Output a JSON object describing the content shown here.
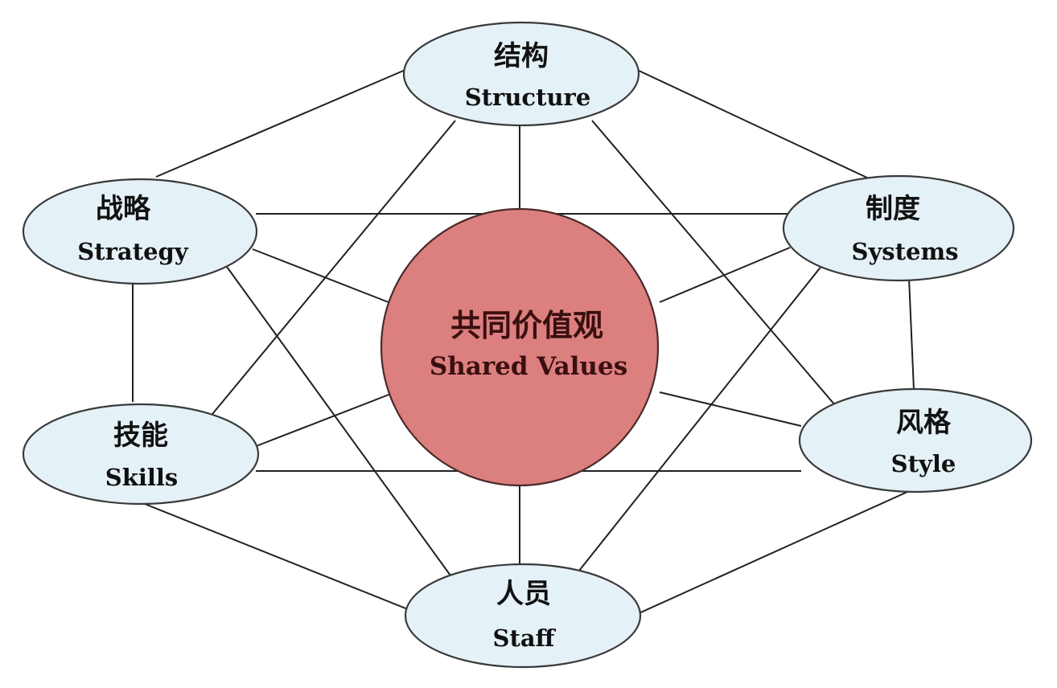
{
  "nodes": {
    "structure": {
      "cn": "结构",
      "en": "Structure"
    },
    "strategy": {
      "cn": "战略",
      "en": "Strategy"
    },
    "systems": {
      "cn": "制度",
      "en": "Systems"
    },
    "shared_values": {
      "cn": "共同价值观",
      "en": "Shared Values"
    },
    "skills": {
      "cn": "技能",
      "en": "Skills"
    },
    "style": {
      "cn": "风格",
      "en": "Style"
    },
    "staff": {
      "cn": "人员",
      "en": "Staff"
    }
  },
  "colors": {
    "outer_node_fill": "#e4f1f7",
    "center_node_fill": "#dc7f7f",
    "line": "#202020"
  }
}
